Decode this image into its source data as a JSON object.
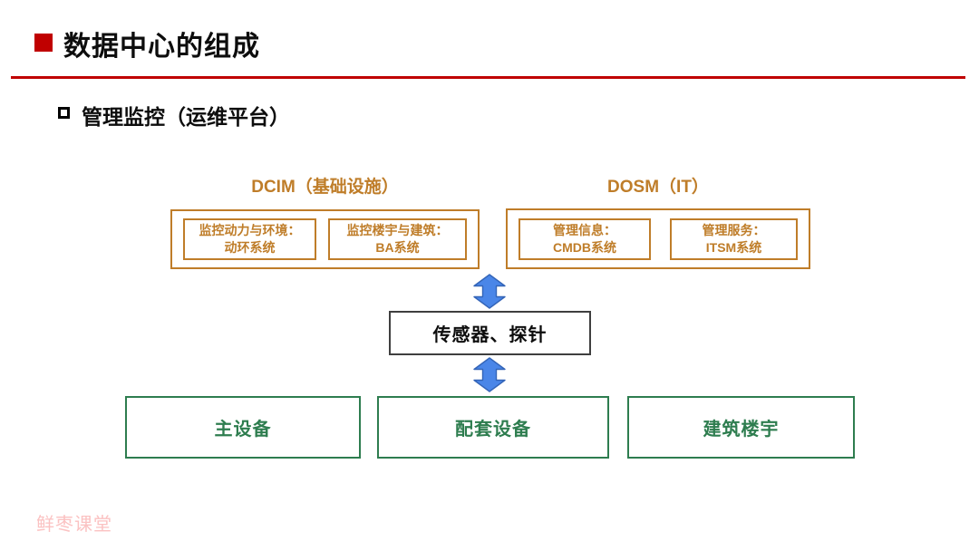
{
  "slide": {
    "title": "数据中心的组成",
    "subtitle": "管理监控（运维平台）",
    "watermark": "鲜枣课堂"
  },
  "diagram": {
    "groups": [
      {
        "label": "DCIM（基础设施）",
        "boxes": [
          {
            "line1": "监控动力与环境：",
            "line2": "动环系统"
          },
          {
            "line1": "监控楼宇与建筑：",
            "line2": "BA系统"
          }
        ]
      },
      {
        "label": "DOSM（IT）",
        "boxes": [
          {
            "line1": "管理信息：",
            "line2": "CMDB系统"
          },
          {
            "line1": "管理服务：",
            "line2": "ITSM系统"
          }
        ]
      }
    ],
    "middle_box": "传感器、探针",
    "bottom_boxes": [
      "主设备",
      "配套设备",
      "建筑楼宇"
    ]
  },
  "colors": {
    "accent_red": "#C00000",
    "orange": "#BF7D29",
    "green": "#2E7D4F",
    "arrow_blue_fill": "#4A86E8",
    "arrow_blue_stroke": "#3465B8",
    "middle_box_border": "#3F3F3F",
    "watermark_pink": "#FBC2C2"
  }
}
